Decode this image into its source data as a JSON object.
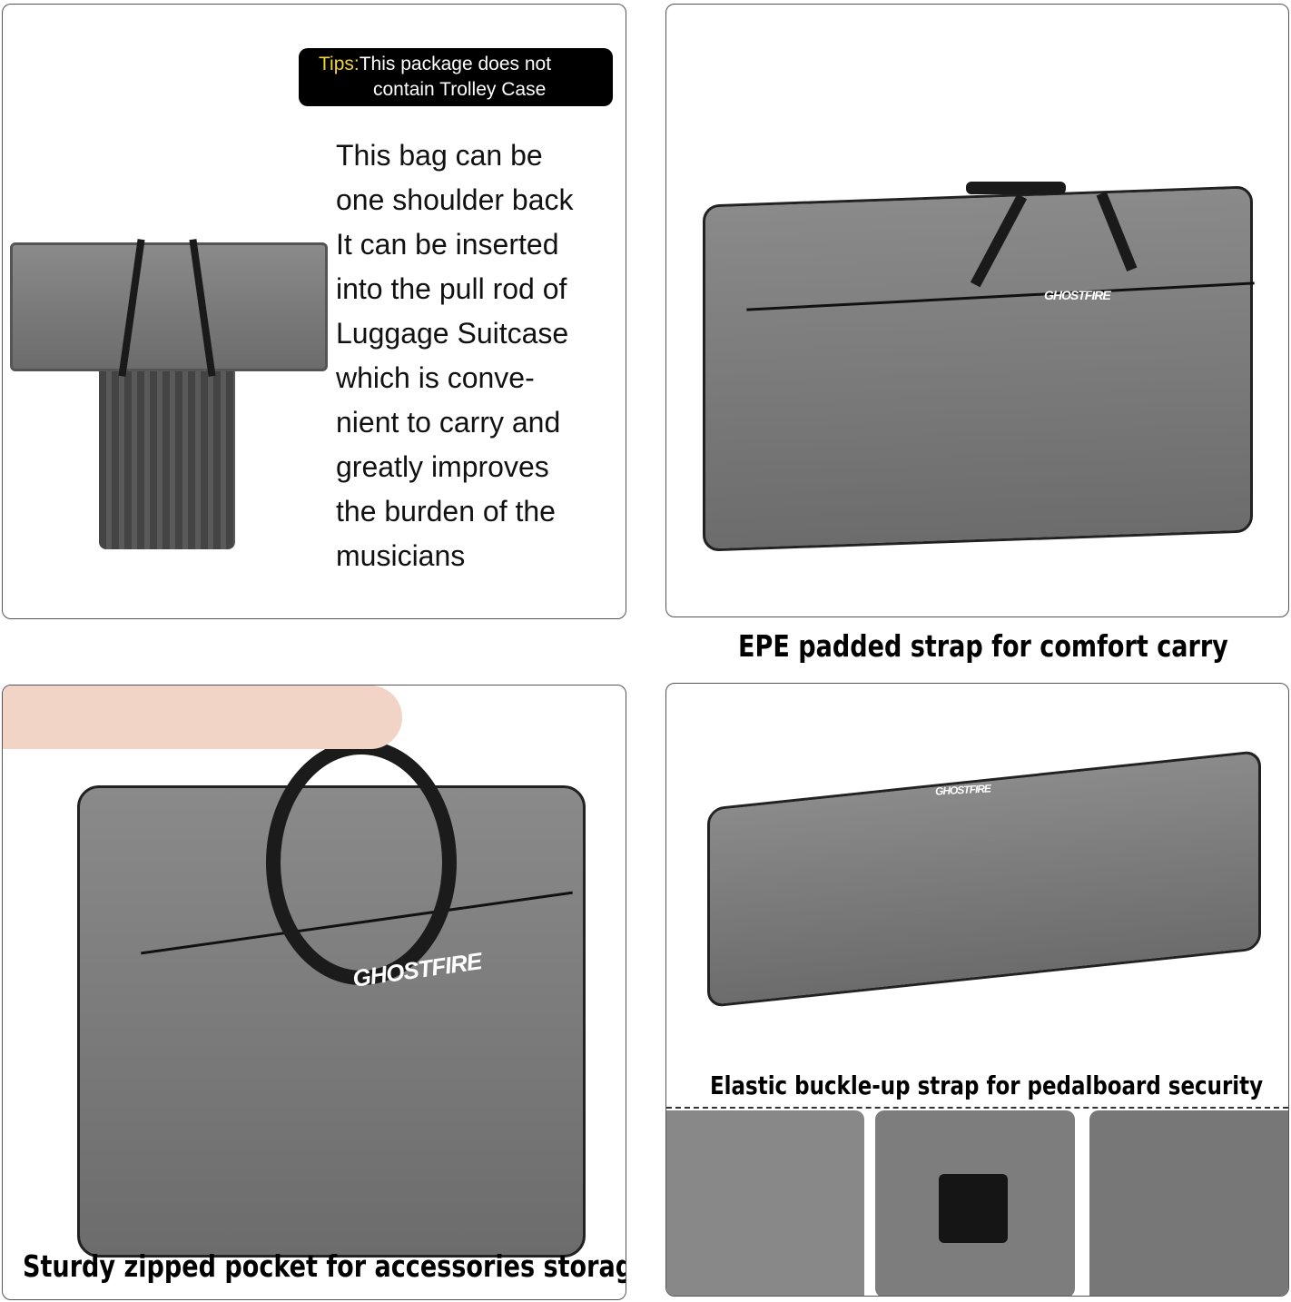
{
  "panel1": {
    "tips_label": "Tips:",
    "tips_text_line1": "This package does not",
    "tips_text_line2": "contain Trolley Case",
    "description_lines": [
      "This bag can be",
      "one shoulder back",
      "It can be inserted",
      "into the pull rod of",
      "Luggage Suitcase",
      "which is conve-",
      "nient to carry and",
      "greatly improves",
      "the burden of the",
      "musicians"
    ]
  },
  "panel2": {
    "logo": "GHOSTFIRE",
    "caption": "EPE padded strap for comfort carry"
  },
  "panel3": {
    "logo": "GHOSTFIRE",
    "caption": "Sturdy zipped pocket for accessories storage"
  },
  "panel4": {
    "logo": "GHOSTFIRE",
    "caption": "Elastic buckle-up strap for pedalboard security"
  },
  "colors": {
    "tips_accent": "#f2d43a",
    "bag_gray": "#7a7a7a"
  }
}
